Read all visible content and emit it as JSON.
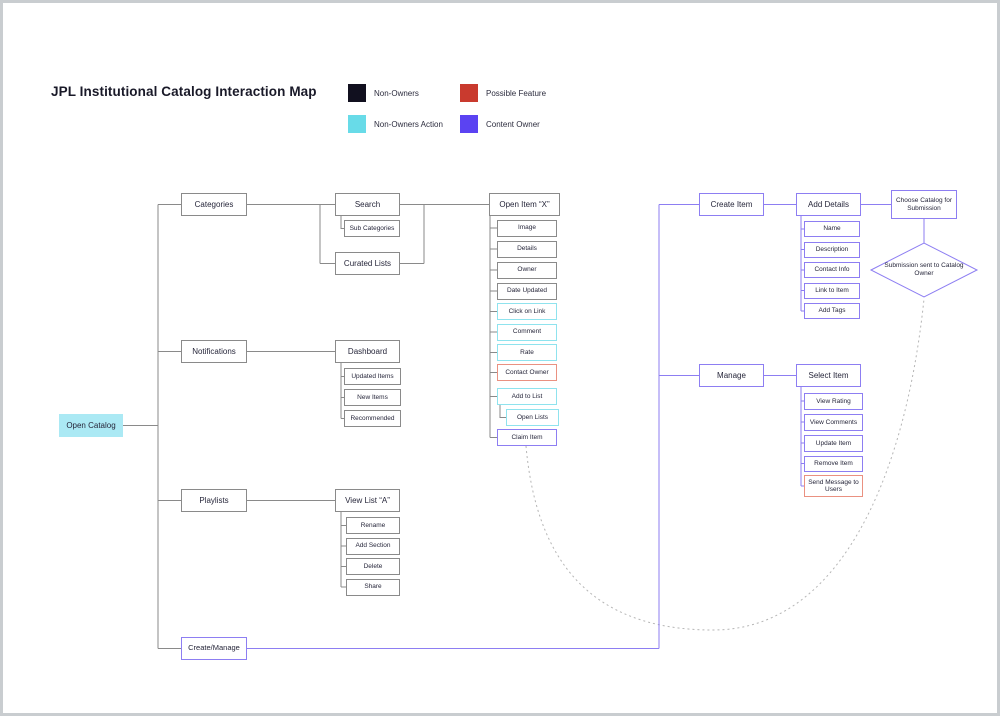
{
  "title": "JPL Institutional Catalog Interaction Map",
  "legend": {
    "items": [
      {
        "label": "Non-Owners",
        "color": "#11101f"
      },
      {
        "label": "Possible Feature",
        "color": "#c93a2e"
      },
      {
        "label": "Non-Owners Action",
        "color": "#68dbe8"
      },
      {
        "label": "Content Owner",
        "color": "#5b43f2"
      }
    ]
  },
  "colors": {
    "gray_line": "#8a8a8a",
    "purple_line": "#8d7ef2",
    "cyan_border": "#8fe3ee",
    "red_border": "#ea9181",
    "open_catalog_fill": "#abe9f4",
    "dashed_arc": "#b5b5b5"
  },
  "nodes": {
    "open_catalog": {
      "label": "Open Catalog"
    },
    "categories": {
      "label": "Categories"
    },
    "search": {
      "label": "Search"
    },
    "sub_categories": {
      "label": "Sub Categories"
    },
    "curated_lists": {
      "label": "Curated Lists"
    },
    "open_item": {
      "label": "Open Item “X”"
    },
    "image": {
      "label": "Image"
    },
    "details": {
      "label": "Details"
    },
    "owner": {
      "label": "Owner"
    },
    "date_updated": {
      "label": "Date Updated"
    },
    "click_on_link": {
      "label": "Click on Link"
    },
    "comment": {
      "label": "Comment"
    },
    "rate": {
      "label": "Rate"
    },
    "contact_owner": {
      "label": "Contact Owner"
    },
    "add_to_list": {
      "label": "Add to List"
    },
    "open_lists": {
      "label": "Open Lists"
    },
    "claim_item": {
      "label": "Claim Item"
    },
    "notifications": {
      "label": "Notifications"
    },
    "dashboard": {
      "label": "Dashboard"
    },
    "updated_items": {
      "label": "Updated Items"
    },
    "new_items": {
      "label": "New Items"
    },
    "recommended": {
      "label": "Recommended"
    },
    "playlists": {
      "label": "Playlists"
    },
    "view_list_a": {
      "label": "View List “A”"
    },
    "rename": {
      "label": "Rename"
    },
    "add_section": {
      "label": "Add Section"
    },
    "delete": {
      "label": "Delete"
    },
    "share": {
      "label": "Share"
    },
    "create_manage": {
      "label": "Create/Manage"
    },
    "create_item": {
      "label": "Create Item"
    },
    "add_details": {
      "label": "Add Details"
    },
    "choose_catalog": {
      "label": "Choose Catalog for Submission"
    },
    "name": {
      "label": "Name"
    },
    "description": {
      "label": "Description"
    },
    "contact_info": {
      "label": "Contact Info"
    },
    "link_to_item": {
      "label": "Link to Item"
    },
    "add_tags": {
      "label": "Add Tags"
    },
    "submission_sent": {
      "label": "Submission sent to Catalog Owner"
    },
    "manage": {
      "label": "Manage"
    },
    "select_item": {
      "label": "Select Item"
    },
    "view_rating": {
      "label": "View Rating"
    },
    "view_comments": {
      "label": "View Comments"
    },
    "update_item": {
      "label": "Update Item"
    },
    "remove_item": {
      "label": "Remove Item"
    },
    "send_message": {
      "label": "Send Message to Users"
    }
  }
}
